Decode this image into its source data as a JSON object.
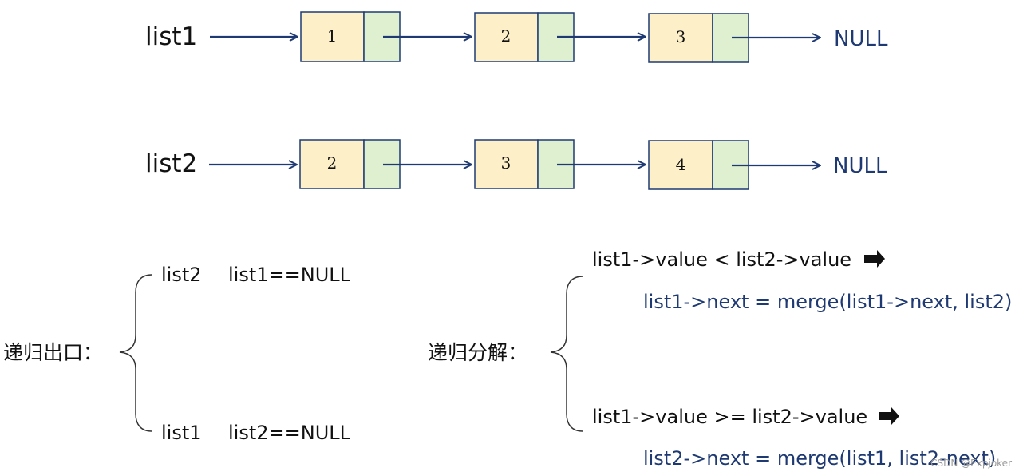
{
  "lists": [
    {
      "label": "list1",
      "values": [
        "1",
        "2",
        "3"
      ],
      "terminal": "NULL"
    },
    {
      "label": "list2",
      "values": [
        "2",
        "3",
        "4"
      ],
      "terminal": "NULL"
    }
  ],
  "colors": {
    "node_value_fill": "#fdf0c9",
    "node_next_fill": "#def0cf",
    "node_border": "#1f3a73",
    "arrow": "#1f3a73",
    "text_dark": "#111111",
    "text_blue": "#1f3a73",
    "watermark": "#9a9a9a"
  },
  "base_case": {
    "label": "递归出口：",
    "items": [
      {
        "result": "list2",
        "condition": "list1==NULL"
      },
      {
        "result": "list1",
        "condition": "list2==NULL"
      }
    ]
  },
  "recursive_case": {
    "label": "递归分解：",
    "items": [
      {
        "condition": "list1->value < list2->value",
        "arrow_icon": "right-arrow-icon",
        "action": "list1->next = merge(list1->next, list2)"
      },
      {
        "condition": "list1->value >= list2->value",
        "arrow_icon": "right-arrow-icon",
        "action": "list2->next = merge(list1, list2-next)"
      }
    ]
  },
  "watermark": "CSDN @Expjoker"
}
